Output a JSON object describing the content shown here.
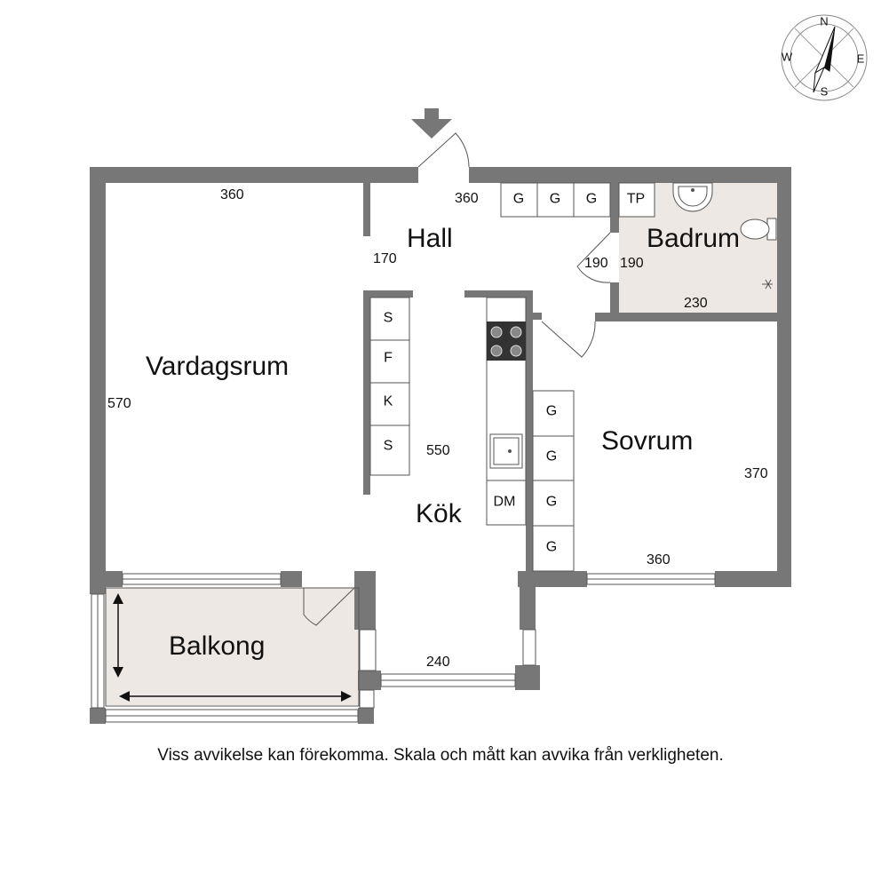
{
  "rooms": {
    "hall": "Hall",
    "badrum": "Badrum",
    "vardagsrum": "Vardagsrum",
    "sovrum": "Sovrum",
    "kok": "Kök",
    "balkong": "Balkong"
  },
  "dimensions": {
    "vardagsrum_width": "360",
    "hall_width": "360",
    "hall_depth": "170",
    "closet_door": "190",
    "badrum_depth": "190",
    "badrum_width": "230",
    "vardagsrum_depth": "570",
    "kok_depth": "550",
    "sovrum_depth": "370",
    "sovrum_width": "360",
    "kok_width": "240"
  },
  "fixtures": {
    "hall_wardrobes": [
      "G",
      "G",
      "G"
    ],
    "towel_press": "TP",
    "kitchen_units": [
      "S",
      "F",
      "K",
      "S"
    ],
    "dishwasher": "DM",
    "bedroom_wardrobes": [
      "G",
      "G",
      "G",
      "G"
    ]
  },
  "compass": {
    "n": "N",
    "e": "E",
    "s": "S",
    "w": "W"
  },
  "disclaimer": "Viss avvikelse kan förekomma. Skala och mått kan avvika från verkligheten.",
  "colors": {
    "wall": "#777777",
    "wet_room": "#ede8e4"
  }
}
